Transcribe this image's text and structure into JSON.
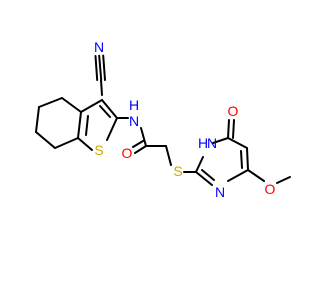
{
  "molecule": {
    "colors": {
      "bond": "#000000",
      "nitrogen": "#0000ff",
      "oxygen": "#ff0000",
      "sulfur": "#ccaa00"
    },
    "atom_labels": {
      "nitrile_n": "N",
      "nitrile_c": "C",
      "amide_nh_n": "N",
      "amide_nh_h": "H",
      "thiophene_s": "S",
      "amide_o": "O",
      "thioether_s": "S",
      "ring_nh_h": "H",
      "ring_nh_n": "N",
      "carbonyl_o": "O",
      "ring_n": "N",
      "methoxy_o": "O"
    }
  }
}
